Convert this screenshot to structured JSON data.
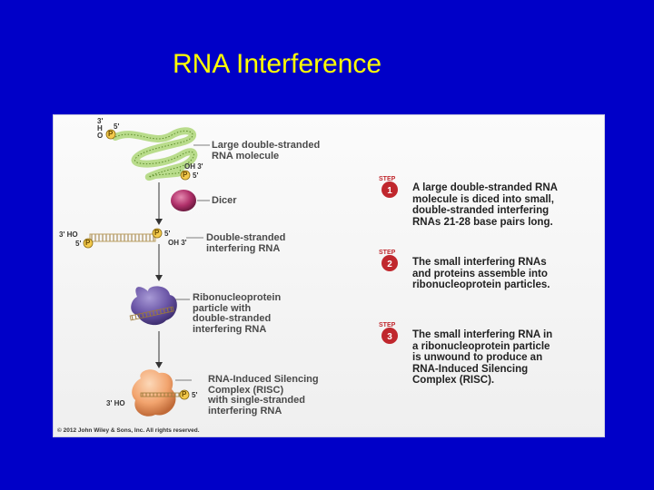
{
  "slide": {
    "title": "RNA Interference",
    "background_color": "#0000c8",
    "title_color": "#ffff00"
  },
  "diagram": {
    "labels": {
      "large_dsrna": [
        "Large double-stranded",
        "RNA molecule"
      ],
      "dicer": "Dicer",
      "ds_interfering": [
        "Double-stranded",
        "interfering RNA"
      ],
      "rnp": [
        "Ribonucleoprotein",
        "particle with",
        "double-stranded",
        "interfering RNA"
      ],
      "risc": [
        "RNA-Induced Silencing",
        "Complex (RISC)",
        "with single-stranded",
        "interfering RNA"
      ]
    },
    "end_marks": {
      "top_3": "3'",
      "top_h": "H",
      "top_o": "O",
      "top_5": "5'",
      "top_oh3": "OH 3'",
      "top_p5": "5'",
      "mid_3ho": "3' HO",
      "mid_5": "5'",
      "mid_5r": "5'",
      "mid_oh3": "OH 3'",
      "risc_3ho": "3' HO",
      "risc_5": "5'",
      "p": "P"
    },
    "steps": [
      {
        "badge_word": "STEP",
        "number": "1",
        "lines": [
          "A large double-stranded RNA",
          "molecule is diced into small,",
          "double-stranded interfering",
          "RNAs 21-28 base pairs long."
        ]
      },
      {
        "badge_word": "STEP",
        "number": "2",
        "lines": [
          "The small interfering RNAs",
          "and proteins assemble into",
          "ribonucleoprotein particles."
        ]
      },
      {
        "badge_word": "STEP",
        "number": "3",
        "lines": [
          "The small interfering RNA in",
          "a ribonucleoprotein particle",
          "is unwound to produce an",
          "RNA-Induced Silencing",
          "Complex (RISC)."
        ]
      }
    ],
    "copyright": "© 2012 John Wiley & Sons, Inc. All rights reserved.",
    "colors": {
      "rna_green": "#8cc63f",
      "dicer": "#b0306a",
      "rnp": "#6a55a6",
      "risc": "#f2a46e",
      "step_badge": "#c0272d",
      "phosphate": "#f2c94c"
    }
  }
}
